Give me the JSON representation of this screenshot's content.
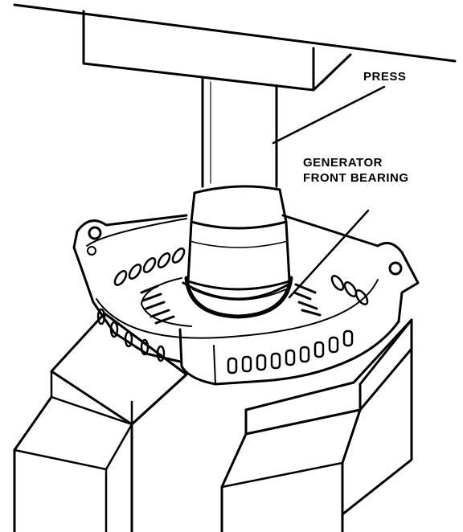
{
  "labels": {
    "press": "PRESS",
    "generator_front_bearing_line1": "GENERATOR",
    "generator_front_bearing_line2": "FRONT BEARING"
  },
  "colors": {
    "ink": "#000000",
    "paper": "#ffffff"
  }
}
